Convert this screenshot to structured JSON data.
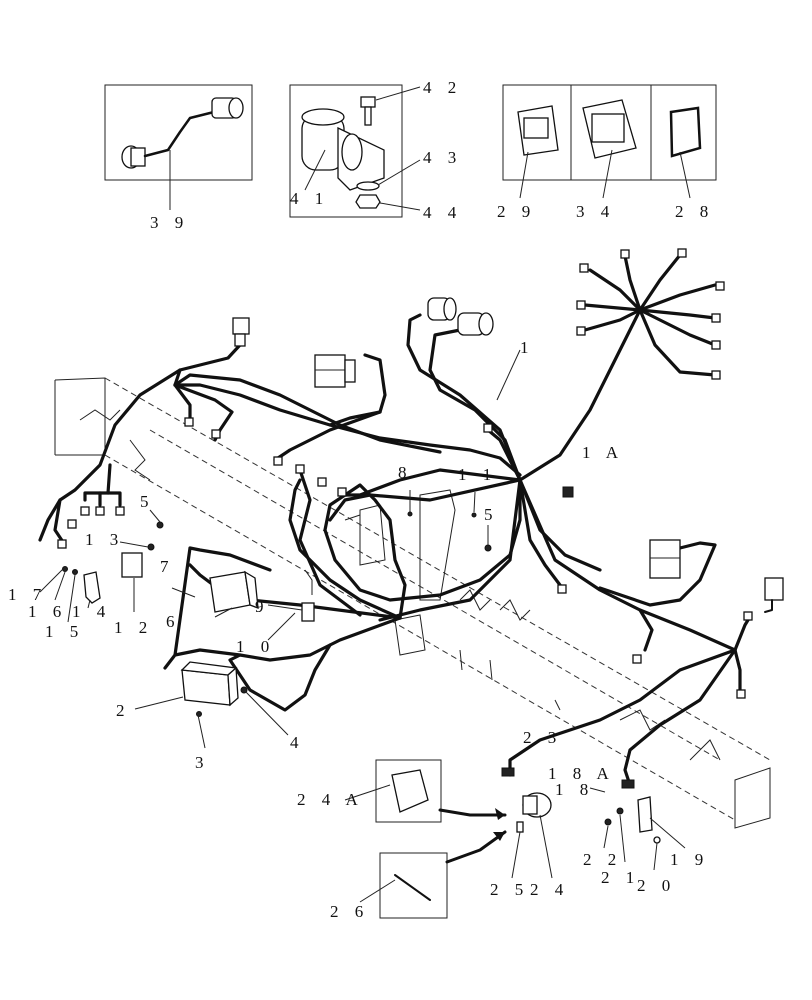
{
  "labels": {
    "l39": "3 9",
    "l42": "4 2",
    "l41": "4 1",
    "l43": "4 3",
    "l44": "4 4",
    "l29": "2 9",
    "l34": "3 4",
    "l28": "2 8",
    "l1": "1",
    "l1A": "1 A",
    "l8": "8",
    "l11": "1 1",
    "l5a": "5",
    "l5b": "5",
    "l13": "1 3",
    "l17": "1 7",
    "l16": "1 6",
    "l15": "1 5",
    "l14": "1 4",
    "l12": "1 2",
    "l7": "7",
    "l6": "6",
    "l9": "9",
    "l10": "1 0",
    "l2": "2",
    "l3": "3",
    "l4": "4",
    "l23": "2 3",
    "l18A": "1 8 A",
    "l18": "1 8",
    "l24A": "2 4 A",
    "l22": "2 2",
    "l21": "2 1",
    "l19": "1 9",
    "l20": "2 0",
    "l25": "2 5",
    "l24": "2 4",
    "l26": "2 6"
  }
}
